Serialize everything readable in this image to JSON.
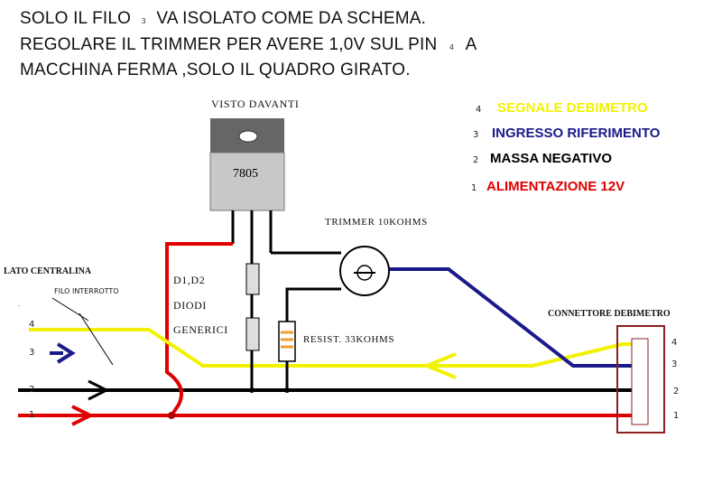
{
  "heading": {
    "line1_a": "SOLO IL FILO",
    "line1_num": "3",
    "line1_b": "VA ISOLATO COME DA SCHEMA.",
    "line2_a": "REGOLARE IL TRIMMER PER AVERE 1,0V SUL PIN",
    "line2_num": "4",
    "line2_b": "A",
    "line3": "MACCHINA FERMA ,SOLO IL QUADRO GIRATO."
  },
  "regulator": {
    "caption": "VISTO DAVANTI",
    "label": "7805"
  },
  "legend": [
    {
      "num": "4",
      "text": "SEGNALE DEBIMETRO",
      "color": "#f2f200"
    },
    {
      "num": "3",
      "text": "INGRESSO RIFERIMENTO",
      "color": "#1a1a8c"
    },
    {
      "num": "2",
      "text": "MASSA NEGATIVO",
      "color": "#000000"
    },
    {
      "num": "1",
      "text": "ALIMENTAZIONE 12V",
      "color": "#e00000"
    }
  ],
  "labels": {
    "trimmer": "TRIMMER 10KOHMS",
    "diodes_1": "D1,D2",
    "diodes_2": "DIODI",
    "diodes_3": "GENERICI",
    "resistor": "RESIST. 33KOHMS",
    "lato": "LATO CENTRALINA",
    "filo": "FILO INTERROTTO",
    "dot": ".",
    "connettore": "CONNETTORE DEBIMETRO"
  },
  "left_pins": [
    "4",
    "3",
    "2",
    "1"
  ],
  "right_pins": [
    "4",
    "3",
    "2",
    "1"
  ],
  "colors": {
    "red": "#e00000",
    "black": "#000000",
    "yellow": "#f2f200",
    "blue": "#1a1a8c",
    "connector": "#8b1f1f",
    "regulator_tab": "#666666",
    "regulator_body": "#c8c8c8"
  }
}
